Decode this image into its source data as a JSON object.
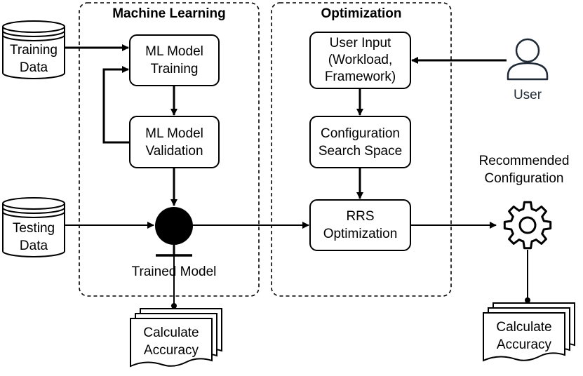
{
  "groups": {
    "ml": "Machine Learning",
    "opt": "Optimization"
  },
  "databases": {
    "training": [
      "Training",
      "Data"
    ],
    "testing": [
      "Testing",
      "Data"
    ]
  },
  "processes": {
    "ml_training": [
      "ML Model",
      "Training"
    ],
    "ml_validation": [
      "ML Model",
      "Validation"
    ],
    "user_input": [
      "User Input",
      "(Workload,",
      "Framework)"
    ],
    "search_space": [
      "Configuration",
      "Search Space"
    ],
    "rrs": [
      "RRS",
      "Optimization"
    ]
  },
  "labels": {
    "trained_model": "Trained Model",
    "user": "User",
    "recommended": [
      "Recommended",
      "Configuration"
    ]
  },
  "documents": {
    "left": [
      "Calculate",
      "Accuracy"
    ],
    "right": [
      "Calculate",
      "Accuracy"
    ]
  },
  "icons": {
    "user": "user-icon",
    "gear": "gear-icon",
    "trained_model": "model-node-icon"
  }
}
